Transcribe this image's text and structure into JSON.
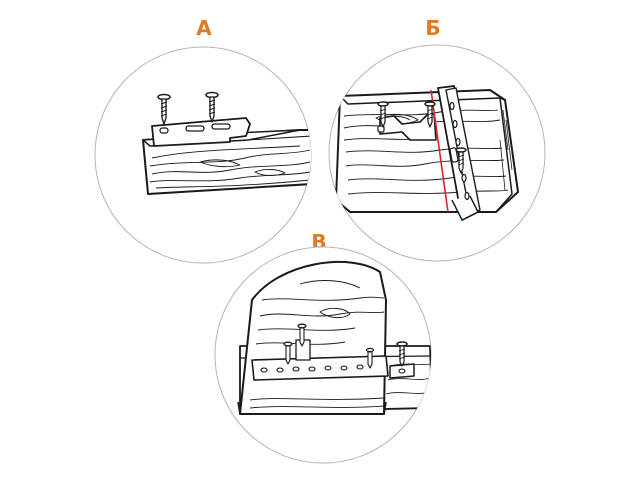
{
  "panels": [
    {
      "label": "А"
    },
    {
      "label": "Б"
    },
    {
      "label": "В"
    }
  ],
  "colors": {
    "label": "#e07a1f",
    "line": "#1a1a1a",
    "circle": "#b5b5b5",
    "accent_red": "#d62828",
    "fill": "#ffffff"
  },
  "icons": [
    "screw-icon",
    "mounting-plate-icon",
    "wooden-beam-icon",
    "mounting-rail-icon"
  ]
}
